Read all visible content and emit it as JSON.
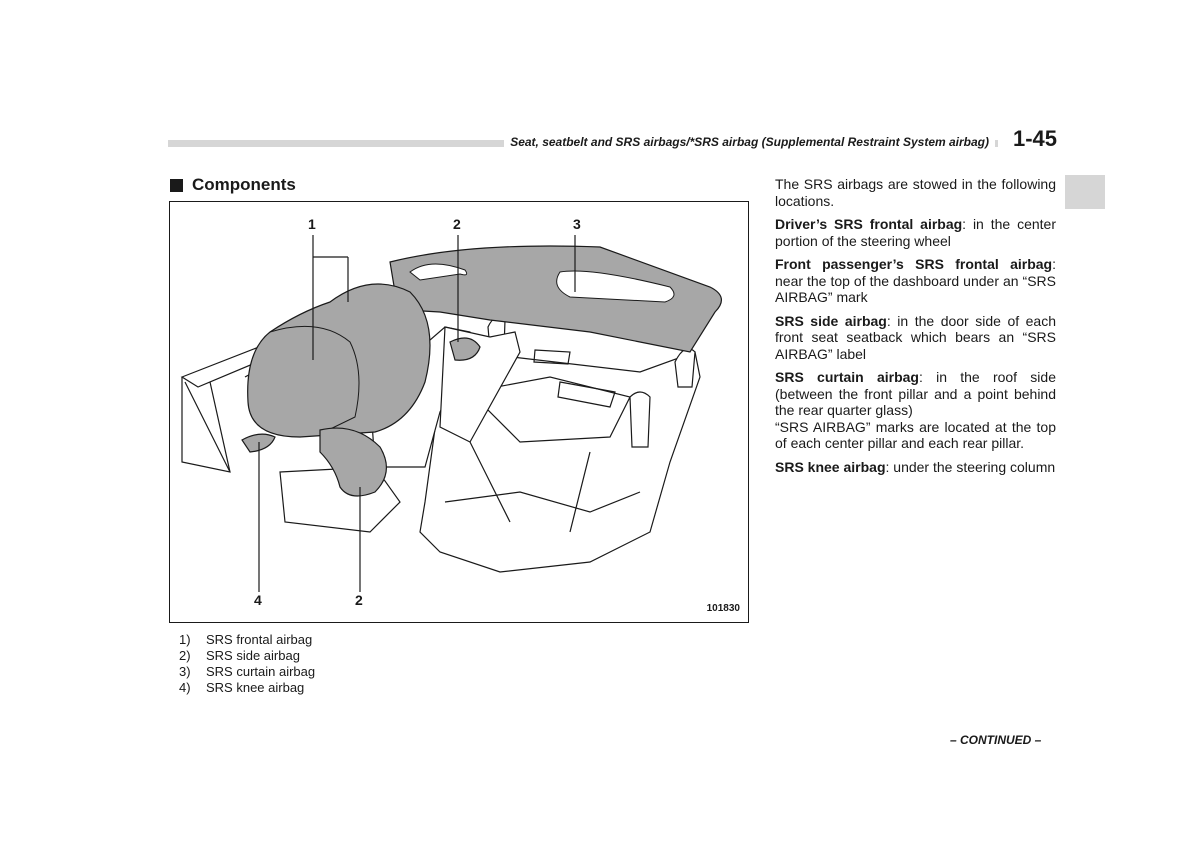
{
  "header": {
    "title": "Seat, seatbelt and SRS airbags/*SRS airbag (Supplemental Restraint System airbag)",
    "page_number": "1-45"
  },
  "section": {
    "heading": "Components"
  },
  "figure": {
    "callouts": [
      "1",
      "2",
      "3",
      "4",
      "2"
    ],
    "figure_id": "101830"
  },
  "legend": [
    {
      "num": "1)",
      "label": "SRS frontal airbag"
    },
    {
      "num": "2)",
      "label": "SRS side airbag"
    },
    {
      "num": "3)",
      "label": "SRS curtain airbag"
    },
    {
      "num": "4)",
      "label": "SRS knee airbag"
    }
  ],
  "body": {
    "intro": "The SRS airbags are stowed in the following locations.",
    "items": [
      {
        "term": "Driver’s SRS frontal airbag",
        "text": ": in the center portion of the steering wheel"
      },
      {
        "term": "Front passenger’s SRS frontal airbag",
        "text": ": near the top of the dashboard under an “SRS AIRBAG” mark"
      },
      {
        "term": "SRS side airbag",
        "text": ": in the door side of each front seat seatback which bears an “SRS AIRBAG” label"
      },
      {
        "term": "SRS curtain airbag",
        "text": ": in the roof side (between the front pillar and a point behind the rear quarter glass)"
      }
    ],
    "note": "“SRS AIRBAG” marks are located at the top of each center pillar and each rear pillar.",
    "knee": {
      "term": "SRS knee airbag",
      "text": ": under the steering column"
    }
  },
  "footer": {
    "continued": "– CONTINUED –"
  }
}
